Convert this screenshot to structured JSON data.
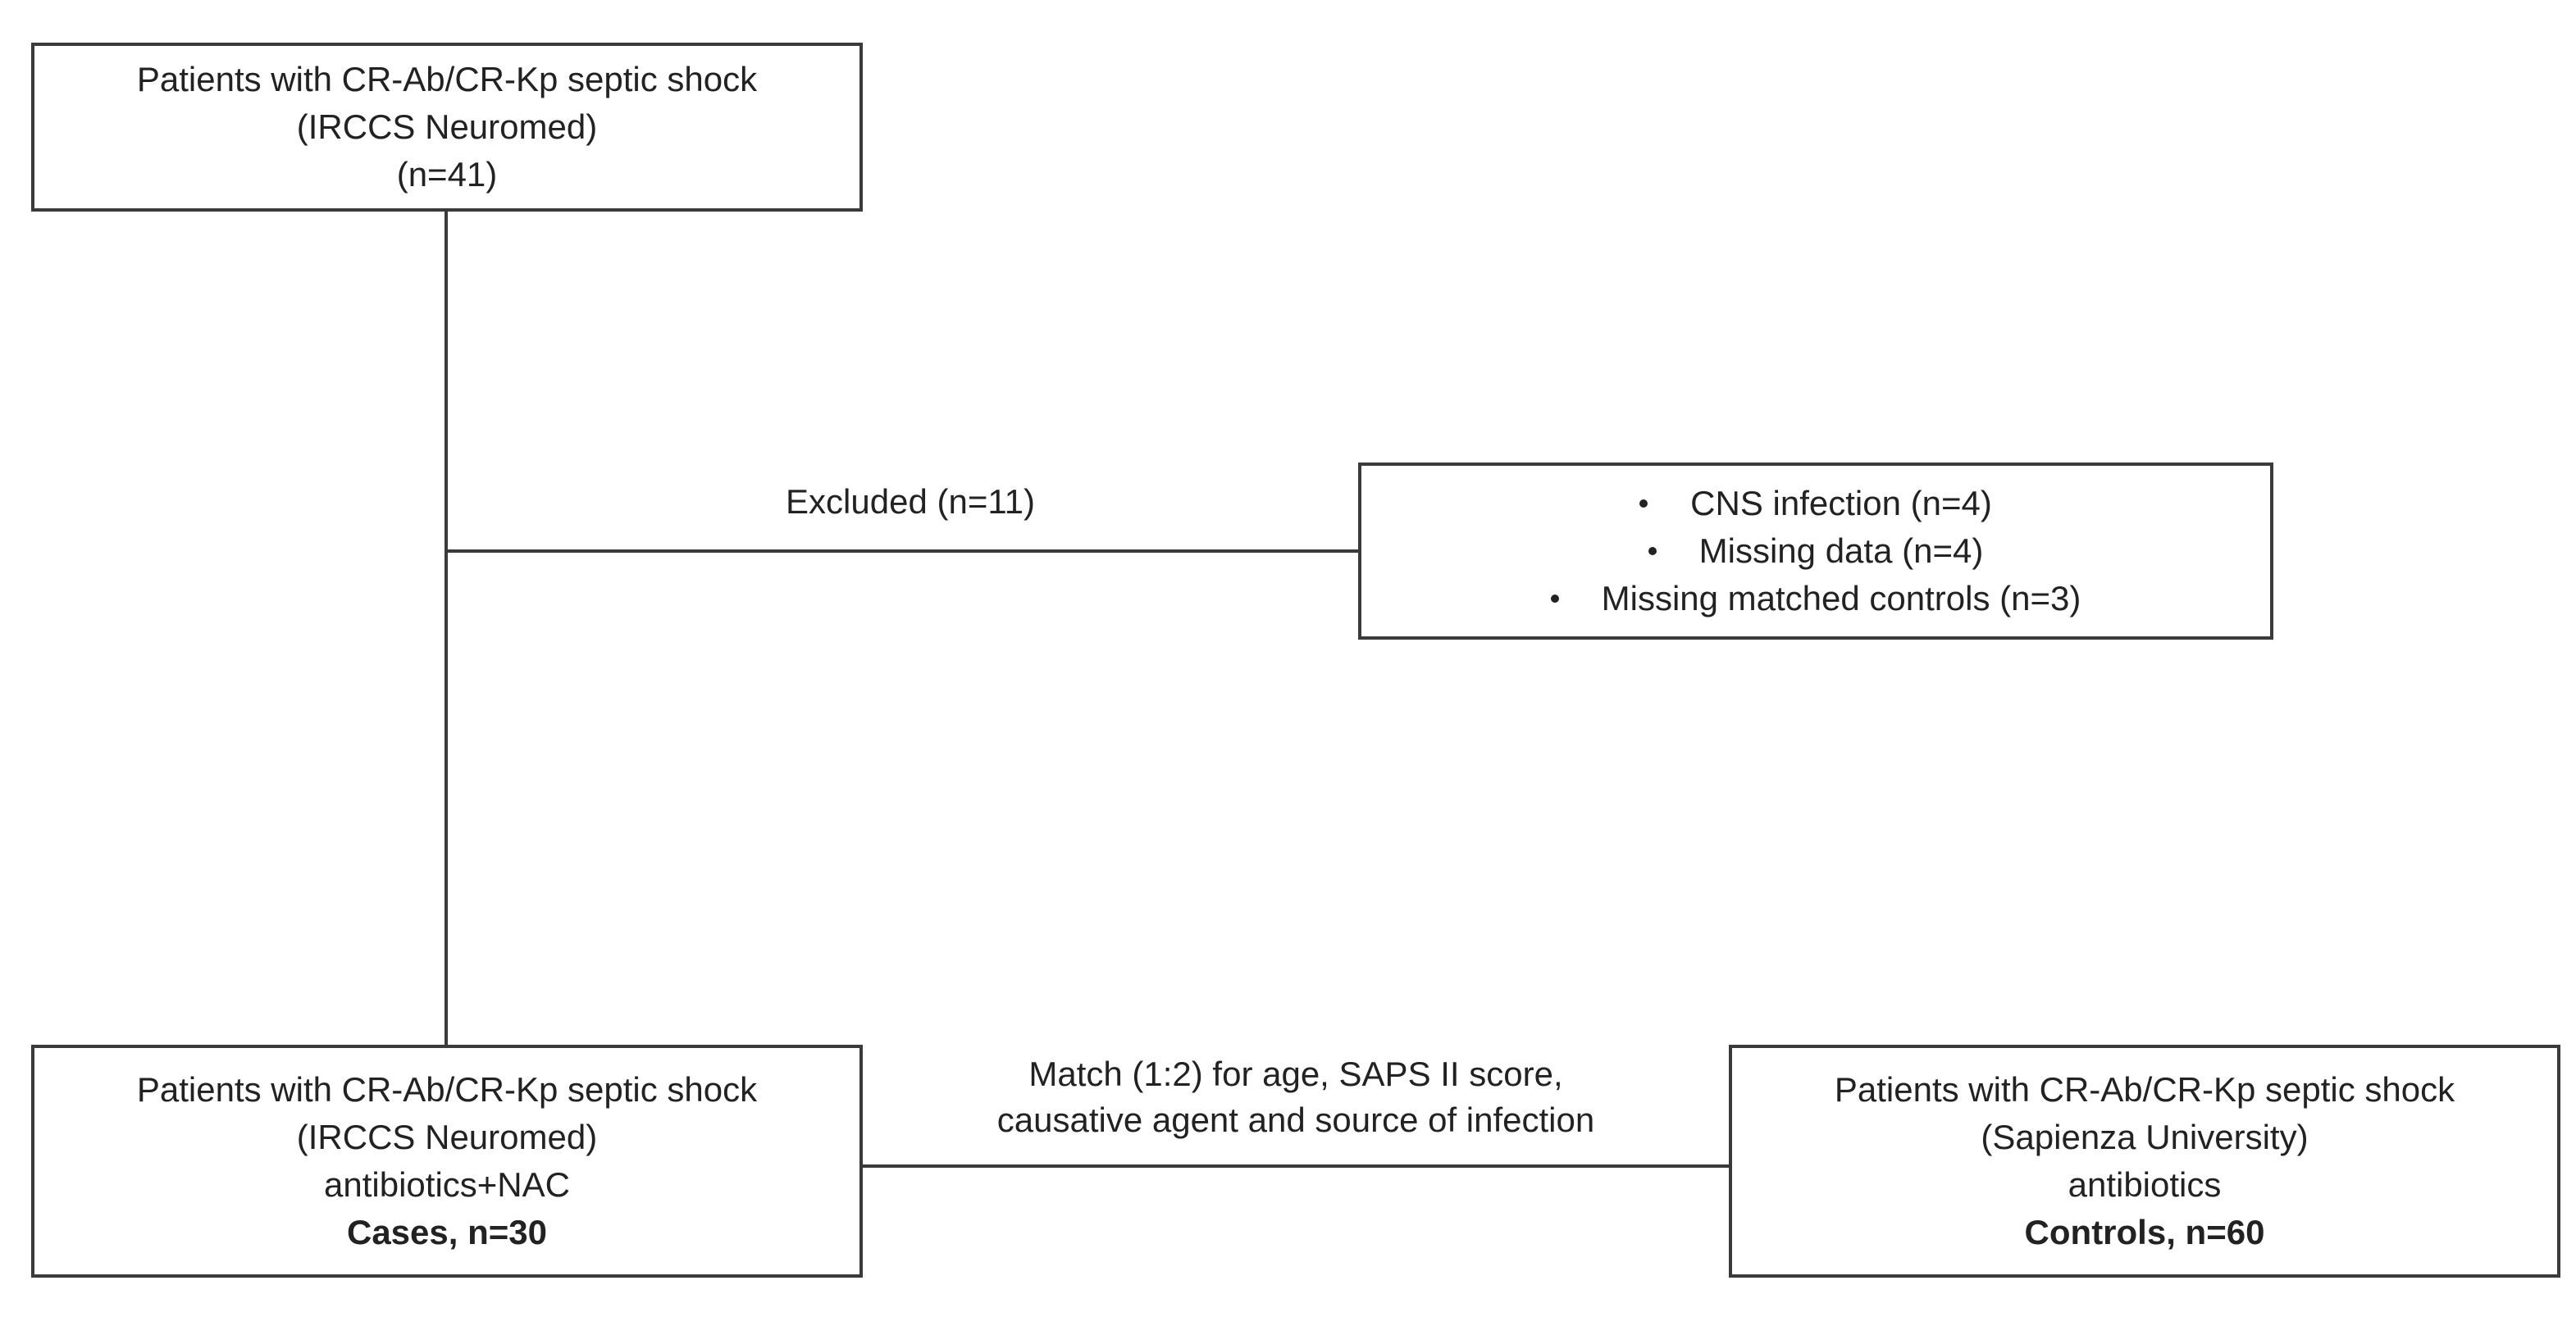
{
  "top_box": {
    "line1": "Patients with CR-Ab/CR-Kp septic shock",
    "line2": "(IRCCS Neuromed)",
    "line3": "(n=41)"
  },
  "exclusion": {
    "label": "Excluded (n=11)",
    "items": [
      "CNS infection (n=4)",
      "Missing data (n=4)",
      "Missing matched controls (n=3)"
    ]
  },
  "cases_box": {
    "line1": "Patients with CR-Ab/CR-Kp septic shock",
    "line2": "(IRCCS Neuromed)",
    "line3": "antibiotics+NAC",
    "line4": "Cases, n=30"
  },
  "match": {
    "line1": "Match (1:2) for age, SAPS II score,",
    "line2": "causative agent and source of infection"
  },
  "controls_box": {
    "line1": "Patients with CR-Ab/CR-Kp septic shock",
    "line2": "(Sapienza University)",
    "line3": "antibiotics",
    "line4": "Controls, n=60"
  }
}
